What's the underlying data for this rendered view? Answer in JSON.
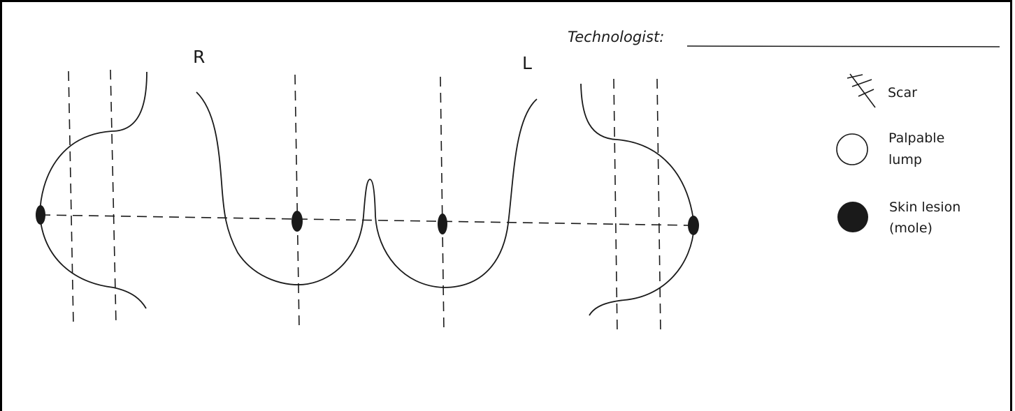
{
  "header": {
    "technologist_label": "Technologist:"
  },
  "side_labels": {
    "right": "R",
    "left": "L"
  },
  "legend": {
    "scar": "Scar",
    "lump_line1": "Palpable",
    "lump_line2": "lump",
    "lesion_line1": "Skin lesion",
    "lesion_line2": "(mole)"
  }
}
